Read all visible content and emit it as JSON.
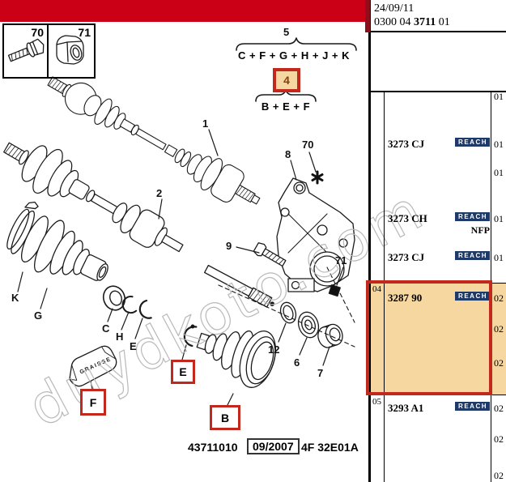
{
  "header": {
    "date": "24/09/11",
    "code_prefix": "0300 04",
    "code_bold": "3711",
    "code_suffix": "01"
  },
  "toolbar": {
    "icons": [
      "zoom-in-icon",
      "zoom-out-icon",
      "zoom-pan-icon"
    ]
  },
  "inset": {
    "n70": "70",
    "n71": "71"
  },
  "legend": {
    "n5": "5",
    "row1": "C + F + G + H + J + K",
    "n4": "4",
    "row2": "B + E + F"
  },
  "callouts": {
    "n1": "1",
    "n2": "2",
    "n8": "8",
    "n9": "9",
    "n12": "12",
    "n6": "6",
    "n7": "7",
    "n70": "70",
    "n71": "71",
    "K": "K",
    "G": "G",
    "C": "C",
    "H": "H",
    "E": "E",
    "boxE": "E",
    "boxB": "B",
    "boxF": "F"
  },
  "pouch_label": "GRAISSE",
  "watermark": "duydkoto.com",
  "footer": {
    "doc": "43711010",
    "date": "09/2007",
    "ref": "4F 32E01A"
  },
  "panel": {
    "groups": [
      "04",
      "05"
    ],
    "parts": [
      {
        "label": "3273 CJ",
        "badge": "REACH",
        "note": ""
      },
      {
        "label": "3273 CH",
        "badge": "REACH",
        "note": "NFP"
      },
      {
        "label": "3273 CJ",
        "badge": "REACH",
        "note": ""
      },
      {
        "label": "3287 90",
        "badge": "REACH",
        "note": ""
      },
      {
        "label": "3293 A1",
        "badge": "REACH",
        "note": ""
      }
    ],
    "qty": [
      "01",
      "01",
      "01",
      "01",
      "01",
      "02",
      "02",
      "02",
      "02",
      "02",
      "02"
    ],
    "colors": {
      "bar": "#CB0016",
      "highlight": "#F6D7A0",
      "highlight_border": "#C3281C",
      "badge": "#1E3A68"
    }
  }
}
